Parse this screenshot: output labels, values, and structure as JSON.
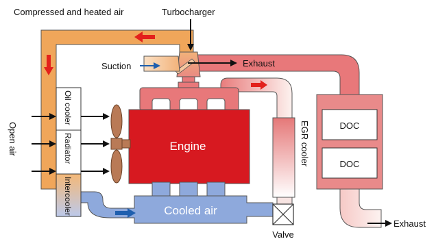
{
  "labels": {
    "compressed_air": "Compressed and heated air",
    "turbocharger": "Turbocharger",
    "suction": "Suction",
    "exhaust_top": "Exhaust",
    "open_air": "Open air",
    "oil_cooler": "Oil cooler",
    "radiator": "Radiator",
    "intercooler": "Intercooler",
    "engine": "Engine",
    "cooled_air": "Cooled air",
    "egr_cooler": "EGR cooler",
    "doc_upper": "DOC",
    "doc_lower": "DOC",
    "valve": "Valve",
    "exhaust_out": "Exhaust"
  },
  "colors": {
    "engine": "#d71920",
    "engine_dark": "#b5121b",
    "exhaust_pipe": "#e8787a",
    "intake_pipe": "#f0a65a",
    "cooled_pipe": "#8ea9dc",
    "fan": "#b97a56",
    "arrow_red": "#e3211c",
    "arrow_blue": "#1f5fae"
  }
}
